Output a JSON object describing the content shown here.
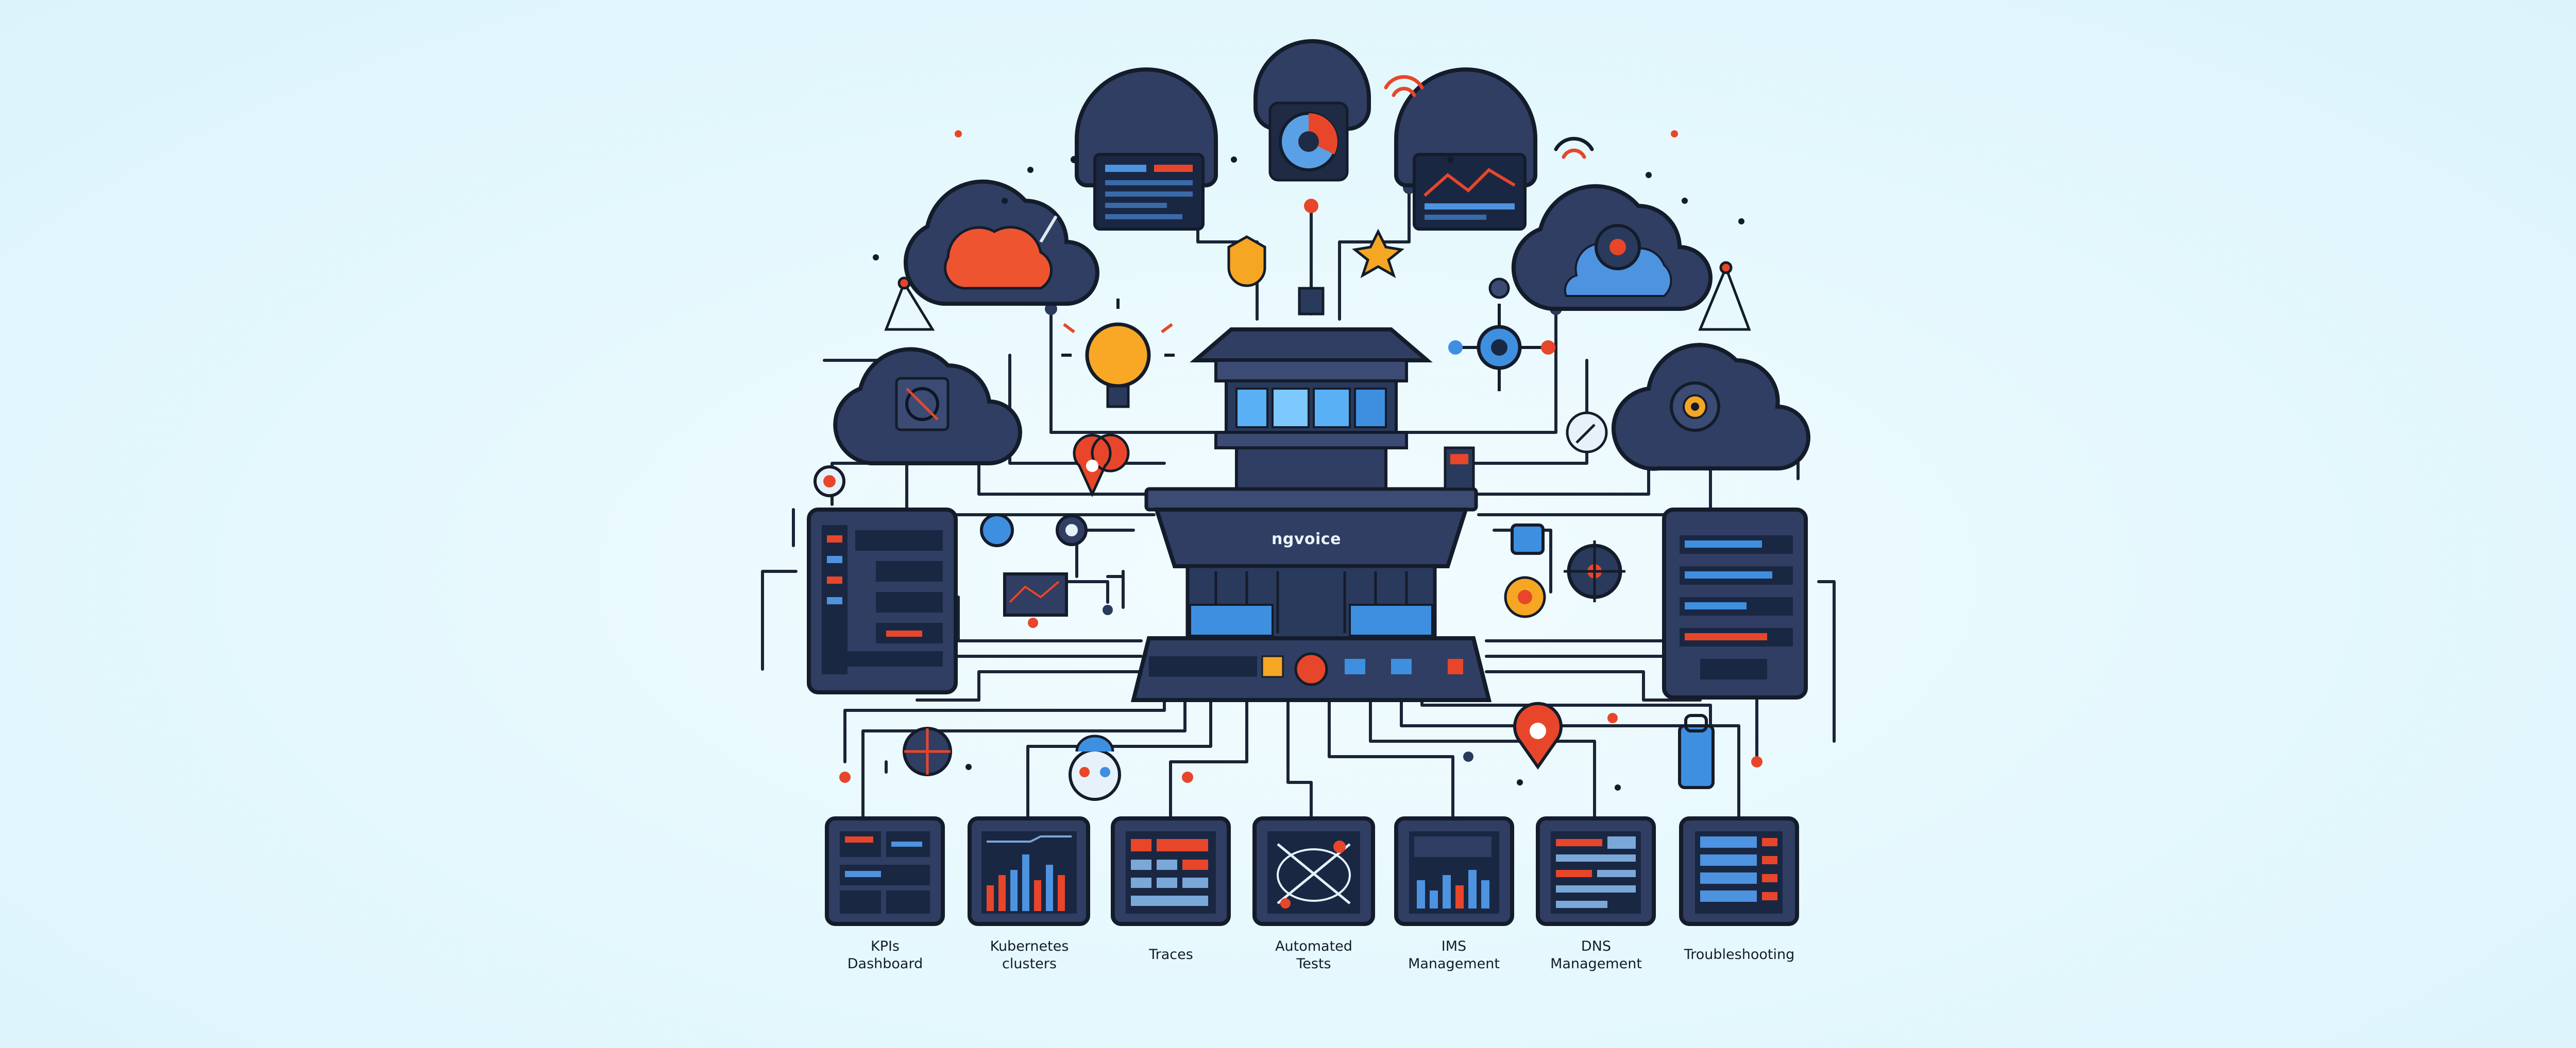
{
  "brand": {
    "logo_text": "ngvoice"
  },
  "modules": [
    {
      "id": "kpis",
      "label": "KPIs\nDashboard",
      "icon": "dashboard-panel-icon"
    },
    {
      "id": "k8s",
      "label": "Kubernetes\nclusters",
      "icon": "bar-chart-panel-icon"
    },
    {
      "id": "traces",
      "label": "Traces",
      "icon": "trace-grid-panel-icon"
    },
    {
      "id": "tests",
      "label": "Automated\nTests",
      "icon": "network-test-panel-icon"
    },
    {
      "id": "ims",
      "label": "IMS\nManagement",
      "icon": "ims-chart-panel-icon"
    },
    {
      "id": "dns",
      "label": "DNS\nManagement",
      "icon": "dns-list-panel-icon"
    },
    {
      "id": "trouble",
      "label": "Troubleshooting",
      "icon": "troubleshooting-list-panel-icon"
    }
  ],
  "colors": {
    "background": "#e4f8fd",
    "navy": "#2a3a5c",
    "outline": "#141c2b",
    "accent_blue": "#3f8fe0",
    "accent_red": "#e8462a",
    "accent_orange": "#f5a623",
    "line": "#1b2436"
  }
}
